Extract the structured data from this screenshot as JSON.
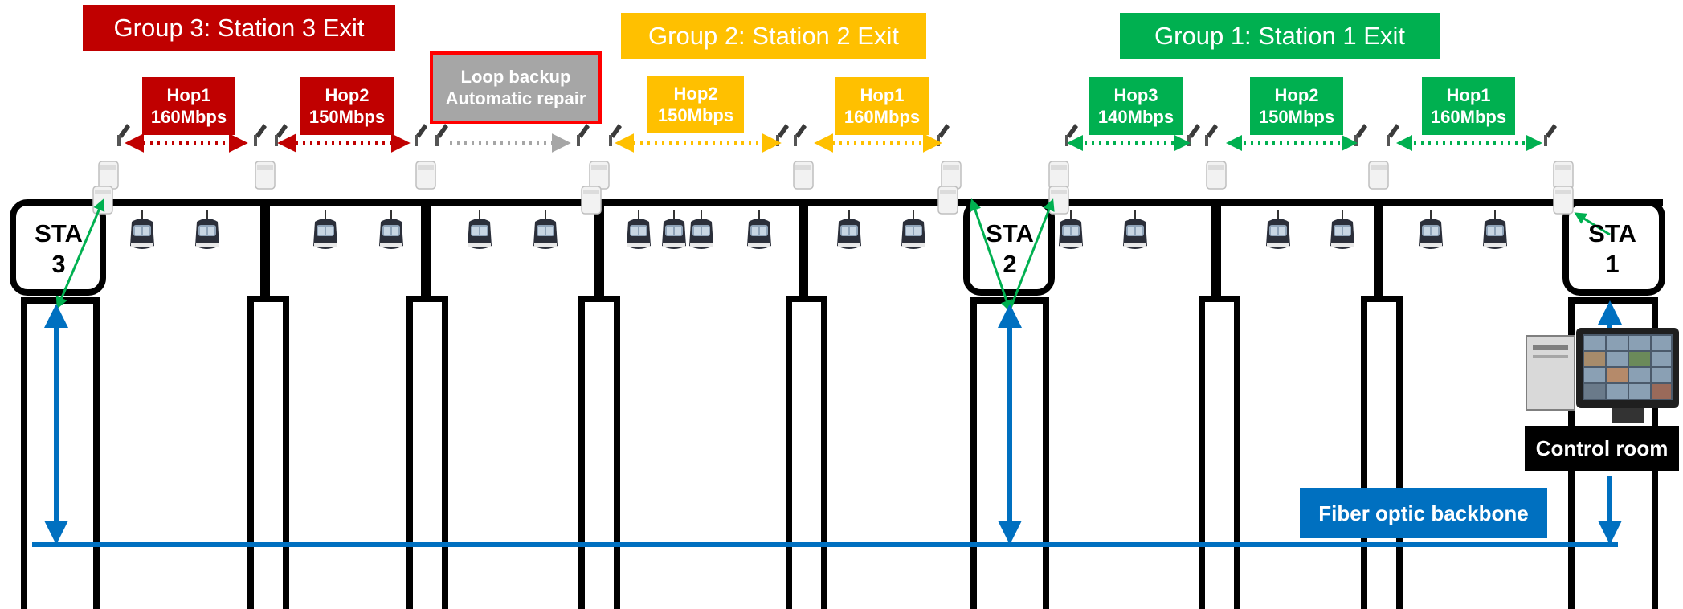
{
  "colors": {
    "red": "#c00000",
    "yellow": "#ffc000",
    "green": "#00b050",
    "gray": "#a6a6a6",
    "blue": "#0070c0",
    "black": "#000000"
  },
  "groups": [
    {
      "title": "Group 3: Station 3 Exit",
      "color": "#c00000"
    },
    {
      "title": "Group 2: Station 2 Exit",
      "color": "#ffc000"
    },
    {
      "title": "Group 1: Station 1 Exit",
      "color": "#00b050"
    }
  ],
  "hops": [
    {
      "line1": "Hop1",
      "line2": "160Mbps",
      "color": "#c00000"
    },
    {
      "line1": "Hop2",
      "line2": "150Mbps",
      "color": "#c00000"
    },
    {
      "line1": "Hop2",
      "line2": "150Mbps",
      "color": "#ffc000"
    },
    {
      "line1": "Hop1",
      "line2": "160Mbps",
      "color": "#ffc000"
    },
    {
      "line1": "Hop3",
      "line2": "140Mbps",
      "color": "#00b050"
    },
    {
      "line1": "Hop2",
      "line2": "150Mbps",
      "color": "#00b050"
    },
    {
      "line1": "Hop1",
      "line2": "160Mbps",
      "color": "#00b050"
    }
  ],
  "loop_backup": {
    "line1": "Loop backup",
    "line2": "Automatic repair"
  },
  "stations": [
    {
      "line1": "STA",
      "line2": "3"
    },
    {
      "line1": "STA",
      "line2": "2"
    },
    {
      "line1": "STA",
      "line2": "1"
    }
  ],
  "control_room": "Control room",
  "fiber_label": "Fiber optic backbone"
}
